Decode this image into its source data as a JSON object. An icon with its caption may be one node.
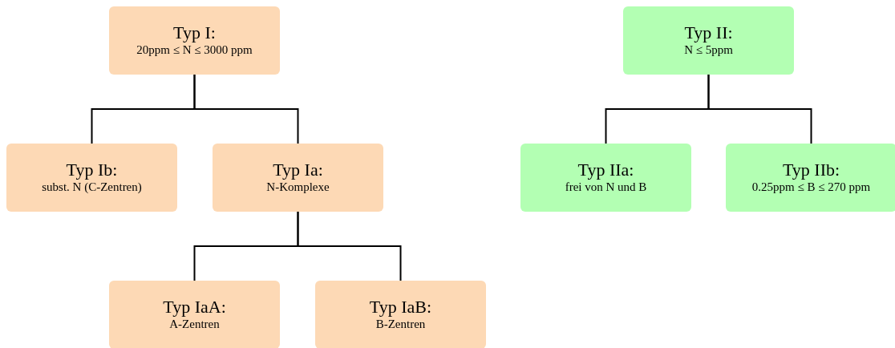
{
  "diagram": {
    "nodes": [
      {
        "text": [
          "Typ I:",
          "20ppm ≤ N ≤ 3000 ppm"
        ]
      },
      {
        "text": [
          "Typ Ib:",
          "subst. N (C-Zentren)"
        ]
      },
      {
        "text": [
          "Typ Ia:",
          "N-Komplexe"
        ]
      },
      {
        "text": [
          "Typ IaA:",
          "A-Zentren"
        ]
      },
      {
        "text": [
          "Typ IaB:",
          "B-Zentren"
        ]
      },
      {
        "text": [
          "Typ II:",
          "N ≤ 5ppm"
        ]
      },
      {
        "text": [
          "Typ IIa:",
          "frei von N und B"
        ]
      },
      {
        "text": [
          "Typ IIb:",
          "0.25ppm ≤ B ≤ 270 ppm"
        ]
      }
    ],
    "edges": [
      {
        "from": 0,
        "to": 1,
        "arrow": "none"
      },
      {
        "from": 0,
        "to": 2,
        "arrow": "none"
      },
      {
        "from": 2,
        "to": 3,
        "arrow": "none"
      },
      {
        "from": 2,
        "to": 4,
        "arrow": "none"
      },
      {
        "from": 5,
        "to": 6,
        "arrow": "none"
      },
      {
        "from": 5,
        "to": 7,
        "arrow": "none"
      }
    ]
  }
}
